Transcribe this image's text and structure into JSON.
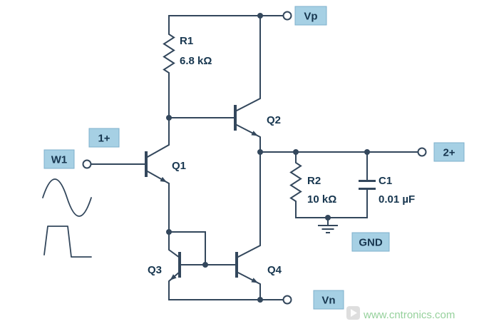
{
  "colors": {
    "line": "#33475c",
    "label_box_bg": "#a6d0e4",
    "label_box_border": "#7fb0cc",
    "label_text": "#17364f",
    "watermark": "#96d19c"
  },
  "terminals": {
    "vp": "Vp",
    "vn": "Vn",
    "gnd": "GND",
    "w1": "W1",
    "ch1": "1+",
    "ch2": "2+"
  },
  "components": {
    "r1": {
      "name": "R1",
      "value": "6.8 kΩ"
    },
    "r2": {
      "name": "R2",
      "value": "10 kΩ"
    },
    "c1": {
      "name": "C1",
      "value": "0.01 µF"
    },
    "q1": {
      "name": "Q1"
    },
    "q2": {
      "name": "Q2"
    },
    "q3": {
      "name": "Q3"
    },
    "q4": {
      "name": "Q4"
    }
  },
  "watermark": {
    "text": "www.cntronics.com"
  }
}
